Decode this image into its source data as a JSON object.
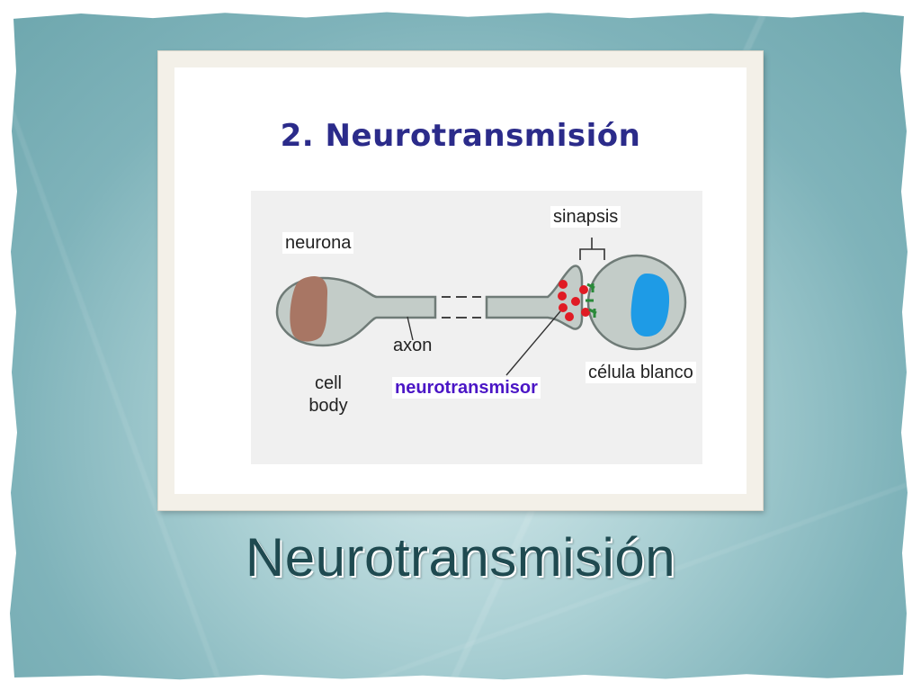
{
  "slide": {
    "title": "Neurotransmisión"
  },
  "figure": {
    "title": "2. Neurotransmisión",
    "labels": {
      "neurona": "neurona",
      "sinapsis": "sinapsis",
      "axon": "axon",
      "cell_body": "cell body",
      "neurotransmisor": "neurotransmisor",
      "celula_blanco": "célula blanco"
    },
    "colors": {
      "cell": "#c3ccc8",
      "nucleus_source": "#a87664",
      "nucleus_target": "#1e9be6",
      "neurotransmitter": "#e01b24",
      "receptor": "#2a8a3a",
      "accent_text": "#4b16c6"
    }
  }
}
